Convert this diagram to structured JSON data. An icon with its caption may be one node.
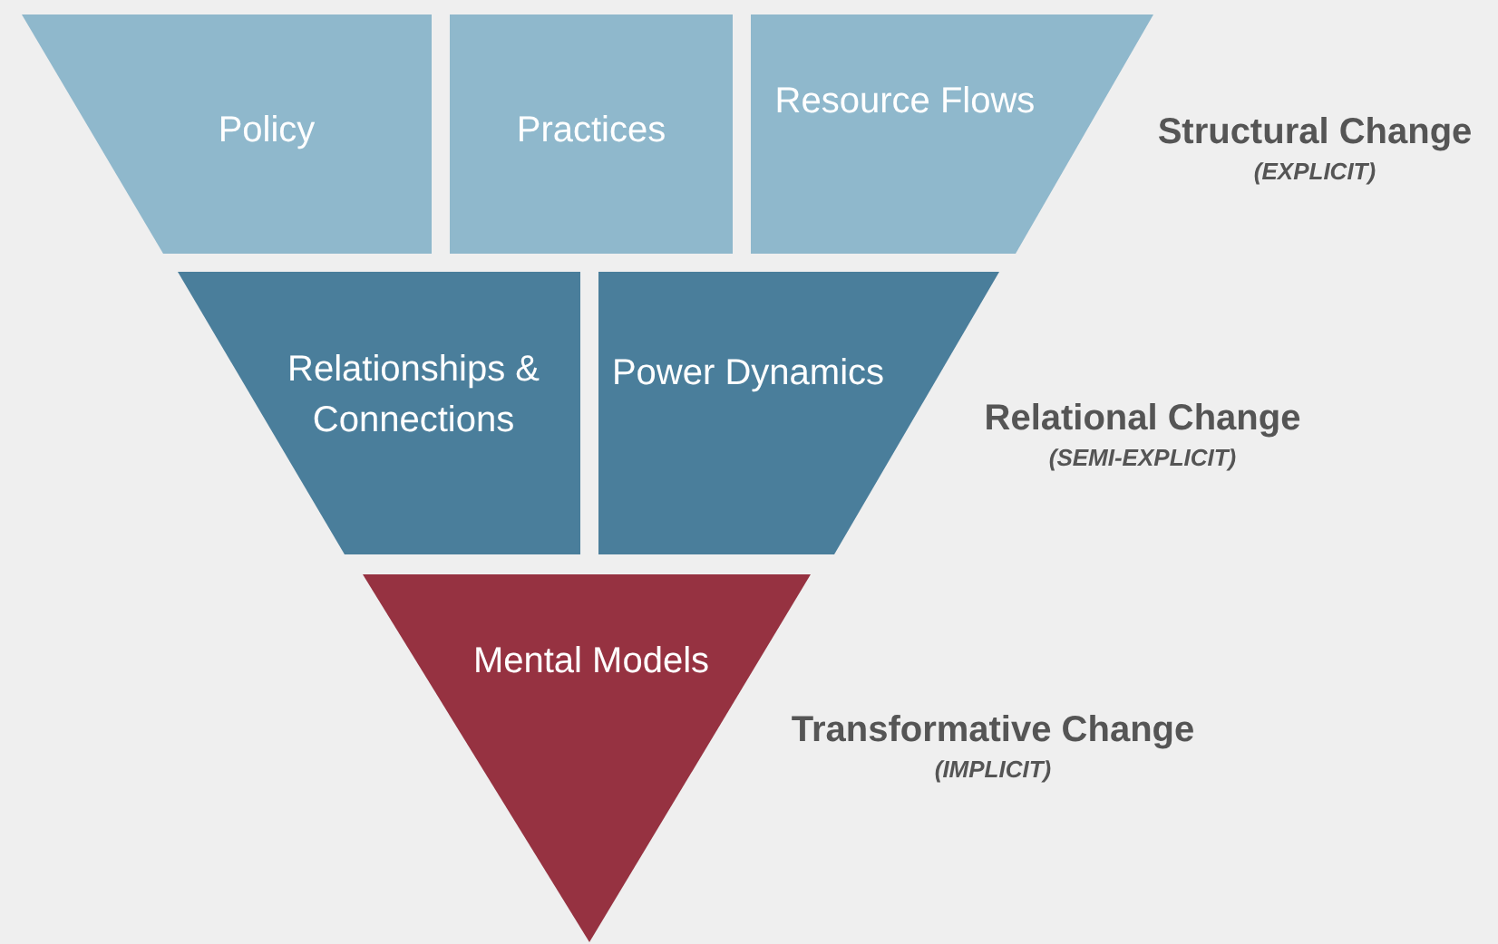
{
  "diagram": {
    "nodes": [
      {
        "text": [
          "Policy"
        ]
      },
      {
        "text": [
          "Practices"
        ]
      },
      {
        "text": [
          "Resource Flows"
        ]
      },
      {
        "text": [
          "Relationships & Connections"
        ]
      },
      {
        "text": [
          "Power Dynamics"
        ]
      },
      {
        "text": [
          "Mental Models"
        ]
      }
    ],
    "labels": [
      "Structural Change",
      "(EXPLICIT)",
      "Relational Change",
      "(SEMI-EXPLICIT)",
      "Transformative Change",
      "(IMPLICIT)"
    ]
  }
}
